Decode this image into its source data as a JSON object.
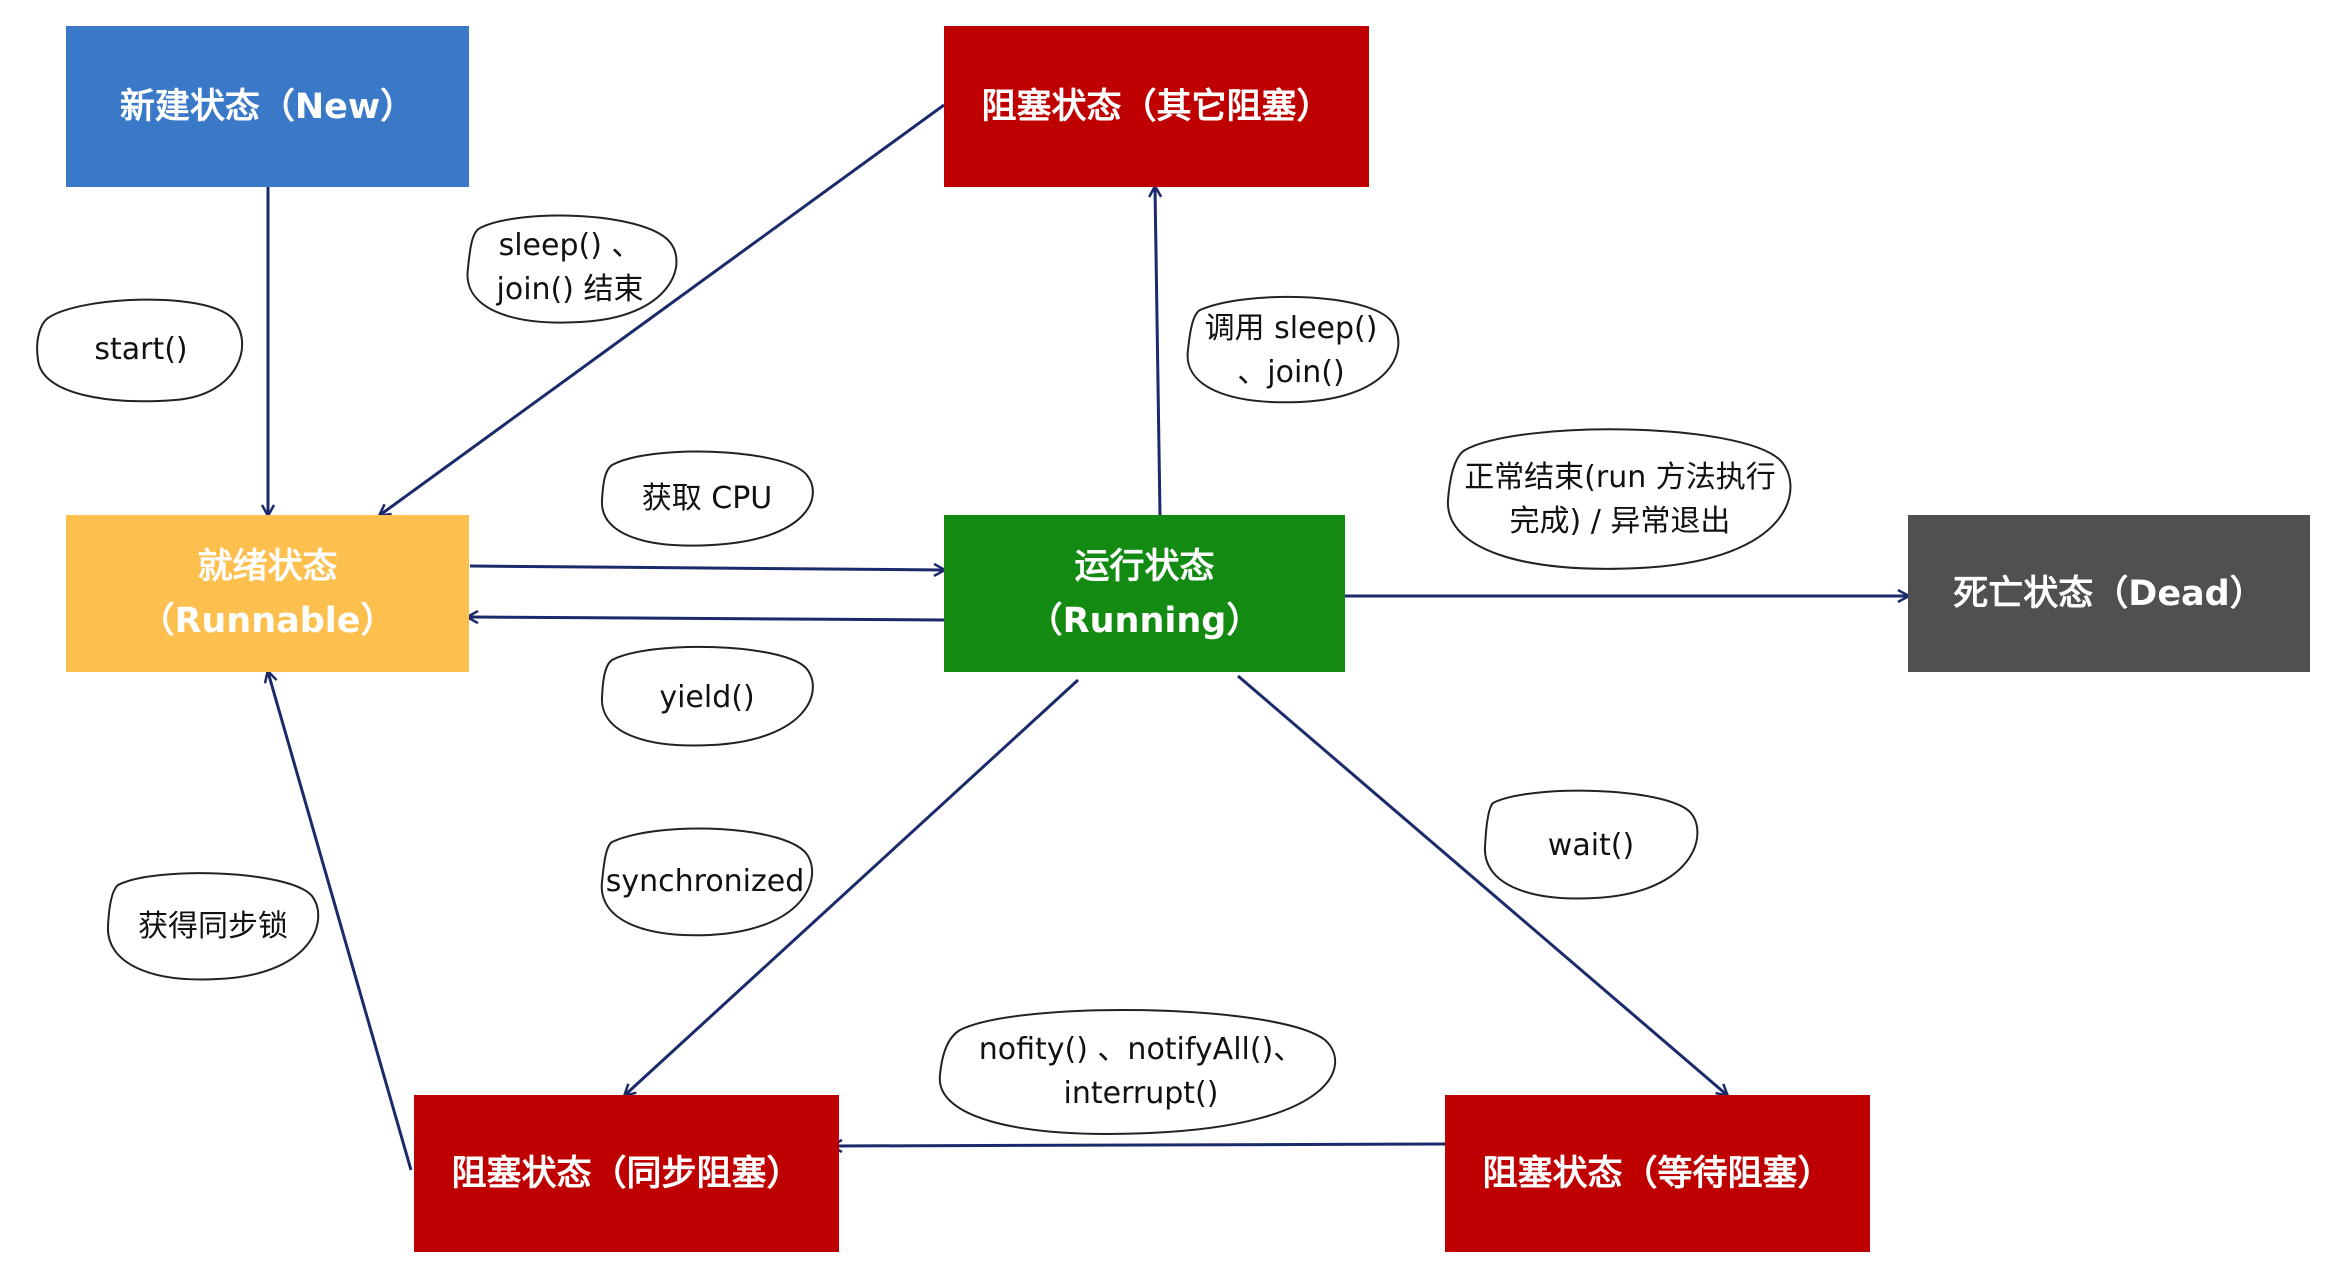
{
  "colors": {
    "new": "#3a78c8",
    "runnable": "#fdbf4d",
    "running": "#138a12",
    "blocked": "#bf0000",
    "dead": "#505050",
    "arrow": "#1b2a6b"
  },
  "states": {
    "new": {
      "label": "新建状态（New）"
    },
    "blocked_other": {
      "label": "阻塞状态（其它阻塞）"
    },
    "runnable": {
      "line1": "就绪状态",
      "line2": "（Runnable）"
    },
    "running": {
      "line1": "运行状态",
      "line2": "（Running）"
    },
    "dead": {
      "label": "死亡状态（Dead）"
    },
    "blocked_sync": {
      "label": "阻塞状态（同步阻塞）"
    },
    "blocked_wait": {
      "label": "阻塞状态（等待阻塞）"
    }
  },
  "transitions": {
    "start": {
      "line1": "start()"
    },
    "sleep_join_end": {
      "line1": "sleep() 、",
      "line2": "join() 结束"
    },
    "call_sleep_join": {
      "line1": "调用 sleep()",
      "line2": "、join()"
    },
    "get_cpu": {
      "line1": "获取 CPU"
    },
    "yield": {
      "line1": "yield()"
    },
    "normal_end": {
      "line1": "正常结束(run 方法执行",
      "line2": "完成) / 异常退出"
    },
    "synchronized": {
      "line1": "synchronized"
    },
    "wait": {
      "line1": "wait()"
    },
    "get_lock": {
      "line1": "获得同步锁"
    },
    "notify": {
      "line1": "nofity() 、notifyAll()、",
      "line2": "interrupt()"
    }
  }
}
